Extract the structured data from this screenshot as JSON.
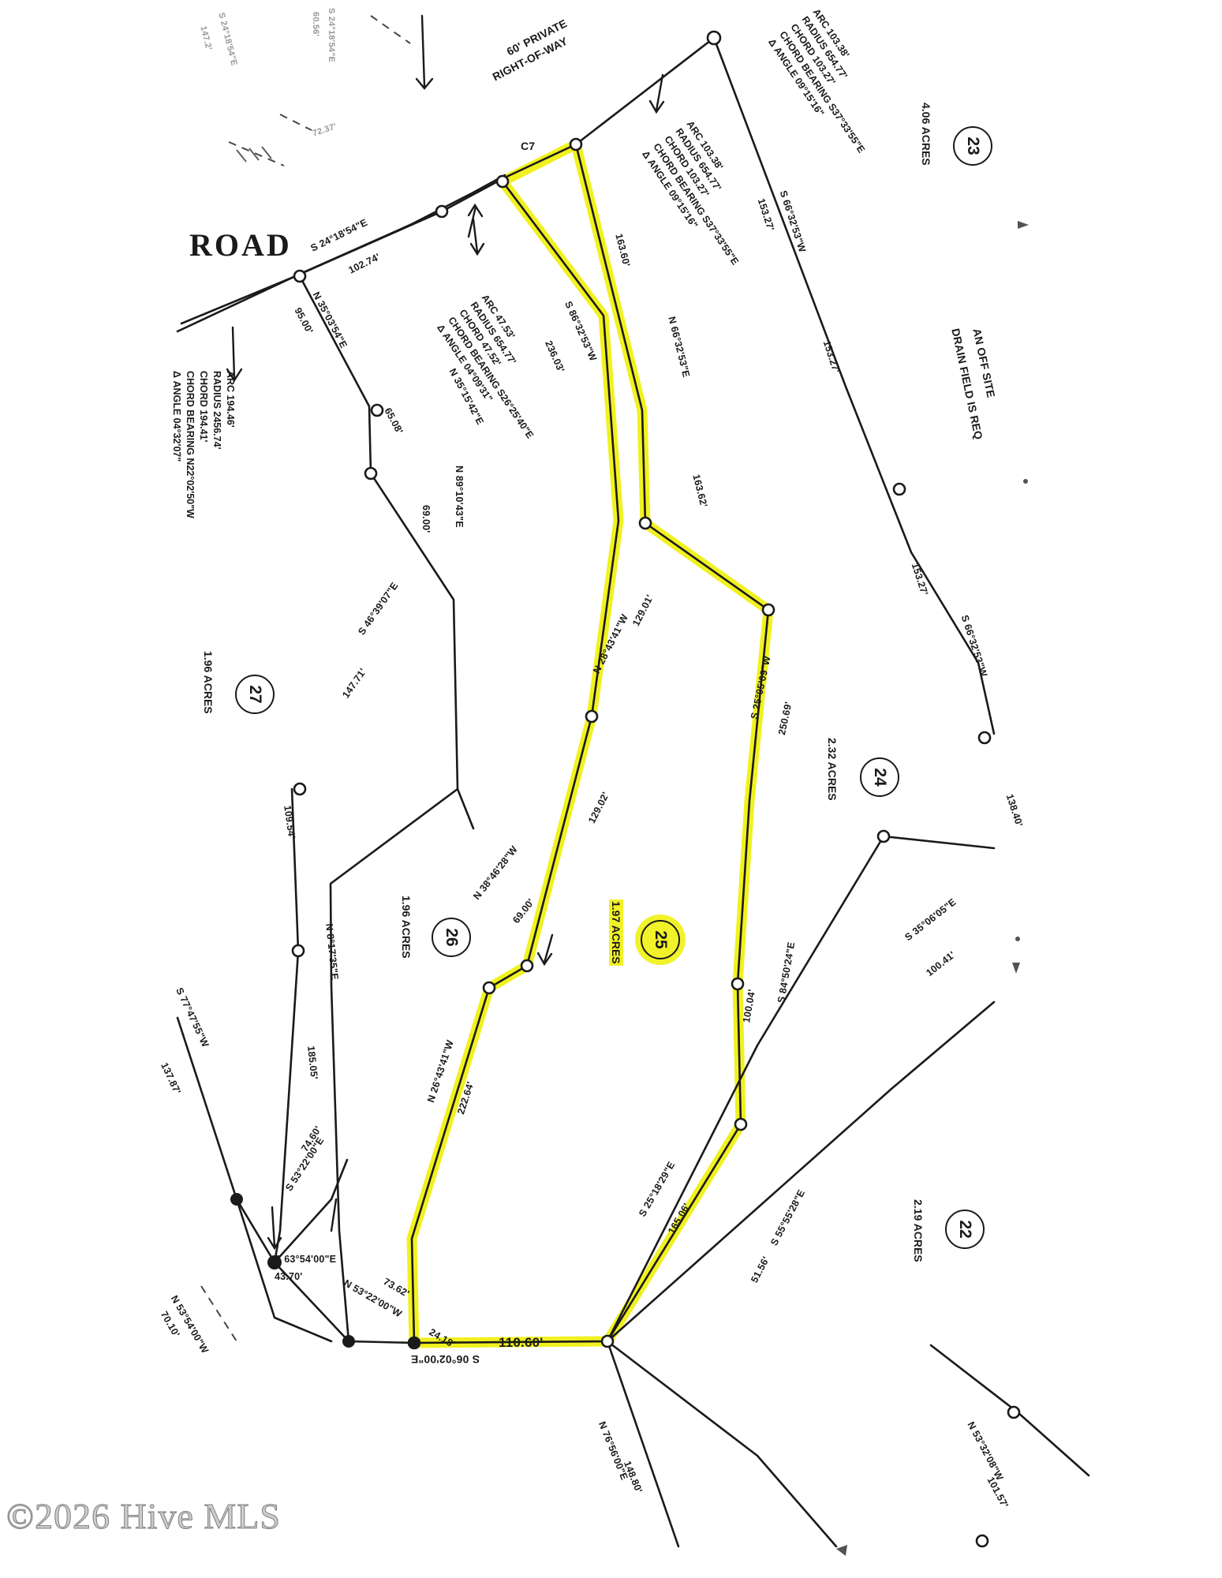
{
  "document": {
    "type": "survey-plat",
    "watermark": "©2026 Hive MLS",
    "background_color": "#ffffff",
    "ink_color": "#1a1a1a",
    "highlight_color": "#f2f22a"
  },
  "road": {
    "name": "ROAD",
    "right_of_way_label": "60' PRIVATE\nRIGHT-OF-WAY",
    "right_of_way_line1": "60'  PRIVATE",
    "right_of_way_line2": "RIGHT-OF-WAY",
    "curve_point_label": "C7"
  },
  "notes": {
    "drain_field": "AN OFF SITE\nDRAIN FIELD IS REQ",
    "drain_field_line1": "AN OFF SITE",
    "drain_field_line2": "DRAIN FIELD IS REQ"
  },
  "lots": [
    {
      "number": "22",
      "acres": "2.19 ACRES",
      "highlighted": false
    },
    {
      "number": "23",
      "acres": "4.06 ACRES",
      "highlighted": false
    },
    {
      "number": "24",
      "acres": "2.32 ACRES",
      "highlighted": false
    },
    {
      "number": "25",
      "acres": "1.97 ACRES",
      "highlighted": true
    },
    {
      "number": "26",
      "acres": "1.96 ACRES",
      "highlighted": false
    },
    {
      "number": "27",
      "acres": "1.96 ACRES",
      "highlighted": false
    }
  ],
  "curve_tables": [
    {
      "id": "curve-left",
      "arc": "ARC 194.46'",
      "radius": "RADIUS 2456.74'",
      "chord": "CHORD 194.41'",
      "chord_bearing": "CHORD BEARING N22°02'50\"W",
      "delta_angle": "Δ ANGLE 04°32'07\""
    },
    {
      "id": "curve-middle",
      "arc": "ARC 47.53'",
      "radius": "RADIUS 654.77'",
      "chord": "CHORD 47.52'",
      "chord_bearing": "CHORD BEARING S26°25'40\"E",
      "delta_angle": "Δ ANGLE 04°09'31\""
    },
    {
      "id": "curve-right",
      "arc": "ARC 103.38'",
      "radius": "RADIUS 654.77'",
      "chord": "CHORD 103.27'",
      "chord_bearing": "CHORD BEARING S37°33'55\"E",
      "delta_angle": "Δ ANGLE 09°15'16\""
    }
  ],
  "bearings": {
    "road_se": "S 24°18'54\"E",
    "road_se_dist": "102.74'",
    "road_nw_partial": "S 24°18'54\"E",
    "road_nw_dist": "147.2'",
    "top_left_dist": "60.56'",
    "top_left_dist2": "72.37'",
    "n_35_03_54_e": "N 35°03'54\"E",
    "n_35_03_54_e_dist": "95.00'",
    "n_35_15_42_e": "N 35°15'42\"E",
    "n_35_15_42_e_dist": "65.08'",
    "n_89_10_43_e": "N 89°10'43\"E",
    "n_89_10_43_e_dist": "69.00'",
    "s_46_39_07_e": "S 46°39'07\"E",
    "s_46_39_07_e_dist": "147.71'",
    "n_8_51_33_e": "N 8°17'35\"E",
    "n_8_51_33_e_dist": "109.54'",
    "n_8_17_35_e": "N 8°17'35\"E",
    "n_8_17_35_e_dist": "185.05'",
    "s_77_47_55_w": "S 77°47'55\"W",
    "s_77_47_55_w_dist": "137.87'",
    "n_53_54_00_w": "N 53°54'00\"W",
    "n_53_54_00_w_dist": "70.10'",
    "s_53_22_00_e": "S 53°22'00\"E",
    "s_53_22_00_e_dist": "74.60'",
    "s_63_54_00_e": "S 63°54'00\"E",
    "s_63_54_00_e_dist": "43.70'",
    "n_53_22_00_w": "N 53°22'00\"W",
    "n_53_22_00_w_dist": "73.62'",
    "s_06_02_00_e": "S 06°02'00\"E",
    "s_06_02_00_e_dist": "110.60'",
    "s_06_02_00_e_short": "24.18'",
    "n_76_56_00_e": "N 76°56'00\"E",
    "n_76_56_00_e_dist": "148.80'",
    "s_55_55_28_e": "S 55°55'28\"E",
    "s_55_55_28_e_dist": "51.56'",
    "s_35_06_05_e": "S 35°06'05\"E",
    "s_35_06_05_e_dist": "100.41'",
    "n_53_32_08_w": "N 53°32'08\"W",
    "n_53_32_08_w_dist": "101.57'",
    "s_66_32_53_w_a": "S 66°32'53\"W",
    "s_66_32_53_w_a_dist": "153.27'",
    "s_66_32_53_w_b": "S 66°32'53\"W",
    "s_66_32_53_w_b_dist": "153.27'",
    "s_66_32_53_w_c": "S 66°32'53\"W",
    "s_66_32_53_w_c_dist": "138.40'",
    "dist_153_27_c": "153.27'",
    "n_66_32_53_e": "N 66°32'53\"E",
    "n_66_32_53_e_dist": "163.62'",
    "dist_163_60": "163.60'",
    "s_86_32_53_w": "S 86°32'53\"W",
    "s_86_32_53_w_dist": "236.03'",
    "n_28_43_41_w": "N 28°43'41\"W",
    "n_28_43_41_w_dist_a": "129.01'",
    "n_28_43_41_w_dist_b": "129.02'",
    "n_38_46_28_w": "N 38°46'28\"W",
    "n_38_46_28_w_dist": "69.00'",
    "n_26_43_41_w": "N 26°43'41\"W",
    "n_26_43_41_w_dist": "222.64'",
    "s_25_05_09_w": "S 25°05'09\"W",
    "s_25_05_09_w_dist": "250.69'",
    "s_84_50_24_e": "S 84°50'24\"E",
    "s_84_50_24_e_dist": "100.04'",
    "s_25_18_29_e": "S 25°18'29\"E",
    "s_25_18_29_e_dist": "165.06'"
  },
  "geometry": {
    "highlighted_parcel": "25",
    "highlight_stroke": "#ecec00",
    "line_stroke": "#1a1a1a"
  }
}
